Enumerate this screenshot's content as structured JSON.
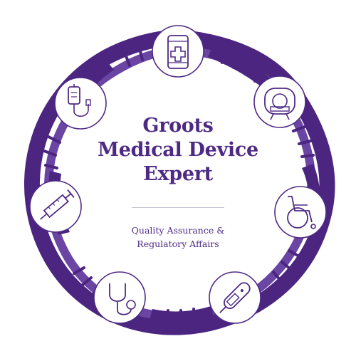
{
  "logo": {
    "title_lines": [
      "Groots",
      "Medical Device",
      "Expert"
    ],
    "subtitle_lines": [
      "Quality Assurance &",
      "Regulatory Affairs"
    ]
  },
  "colors": {
    "brand_purple": "#4e2a84",
    "helix_dark": "#4b2580",
    "helix_light": "#6b45a3",
    "icon_stroke": "#4e2a84",
    "background": "#ffffff"
  },
  "icons": [
    "mobile-health-app-icon",
    "mri-scanner-icon",
    "wheelchair-icon",
    "digital-thermometer-icon",
    "stethoscope-icon",
    "syringe-icon",
    "iv-drip-icon"
  ]
}
